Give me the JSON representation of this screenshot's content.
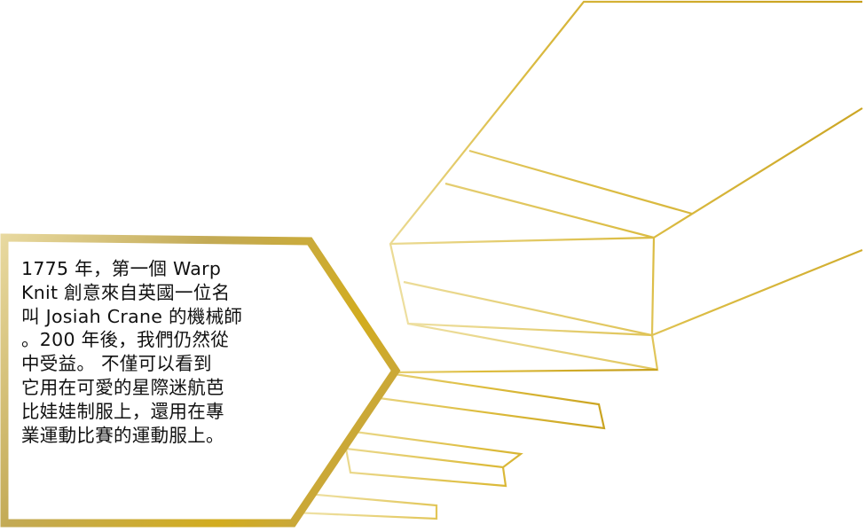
{
  "colors": {
    "background": "#ffffff",
    "gold_light": "#efe2a6",
    "gold": "#d4b021",
    "gold_dark": "#b99320",
    "text": "#111111"
  },
  "panel": {
    "lines": [
      "1775 年，第一個 Warp",
      "Knit 創意來自英國一位名",
      "叫 Josiah Crane 的機械師",
      "。200 年後，我們仍然從",
      "中受益。 不僅可以看到",
      "它用在可愛的星際迷航芭",
      "比娃娃制服上，還用在專",
      "業運動比賽的運動服上。"
    ]
  }
}
